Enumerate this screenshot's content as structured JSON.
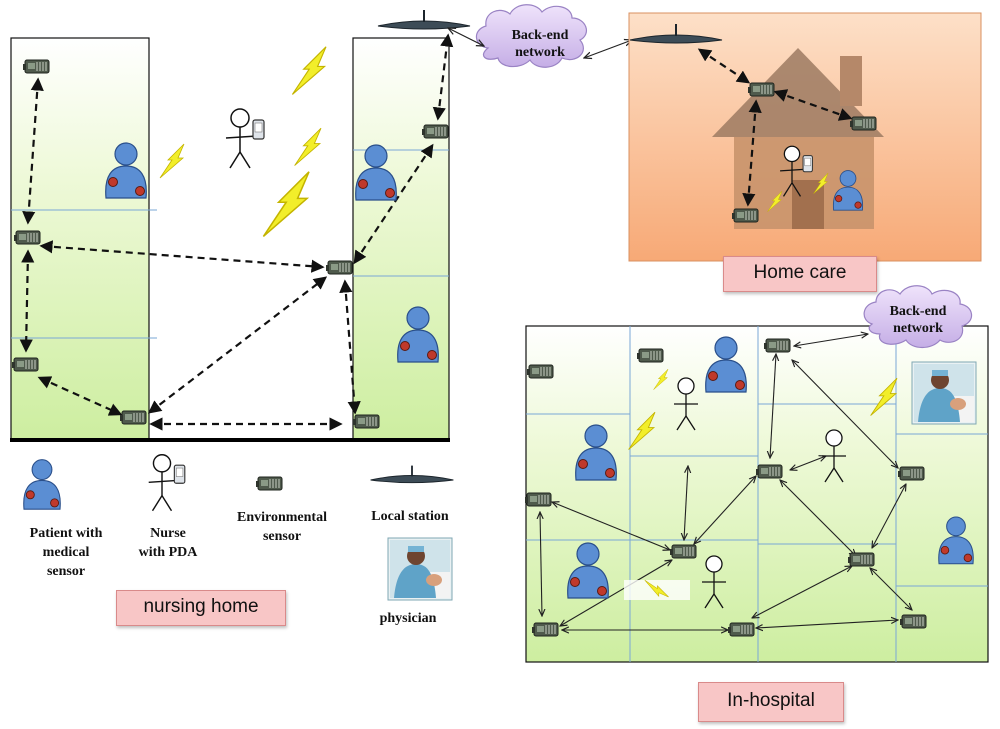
{
  "clouds": [
    {
      "line1": "Back-end",
      "line2": "network"
    },
    {
      "line1": "Back-end",
      "line2": "network"
    }
  ],
  "settings": {
    "nursing_home": "nursing home",
    "home_care": "Home care",
    "in_hospital": "In-hospital"
  },
  "legend": {
    "patient": {
      "line1": "Patient with",
      "line2": "medical",
      "line3": "sensor"
    },
    "nurse": {
      "line1": "Nurse",
      "line2": "with PDA"
    },
    "env": {
      "line1": "Environmental",
      "line2": "sensor"
    },
    "station": "Local station",
    "physician": "physician"
  },
  "colors": {
    "room_green": "#e6f7c4",
    "home_bg": "#f9b890",
    "patient_blue": "#5b8ed3",
    "sensor_red": "#c0392b",
    "cloud_purple": "#d7c5ee",
    "lightning": "#f2ee2a",
    "tag_pink": "#f8c6c6"
  }
}
